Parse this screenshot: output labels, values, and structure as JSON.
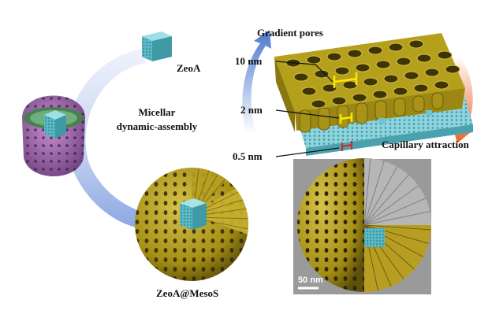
{
  "labels": {
    "zeoa": "ZeoA",
    "micellar_line1": "Micellar",
    "micellar_line2": "dynamic-assembly",
    "product": "ZeoA@MesoS",
    "gradient_pores": "Gradient pores",
    "size_10nm": "10 nm",
    "size_2nm": "2 nm",
    "size_05nm": "0.5 nm",
    "capillary": "Capillary attraction",
    "scale_bar": "50 nm"
  },
  "icons": [
    "zeolite-cube-icon",
    "micelle-cup-icon",
    "core-shell-sphere-icon",
    "cycle-arrow-icon",
    "mesopore-array-icon",
    "tem-image-icon"
  ],
  "colors": {
    "zeolite": "#56b6c2",
    "mesoporous_silica": "#b8a020",
    "micelle_shell": "#9b6aa8",
    "arrow_blue": "#6f8fd8",
    "arrow_orange": "#e8743a",
    "dimension_yellow": "#ffe800",
    "tem_gray": "#9a9a9a"
  }
}
